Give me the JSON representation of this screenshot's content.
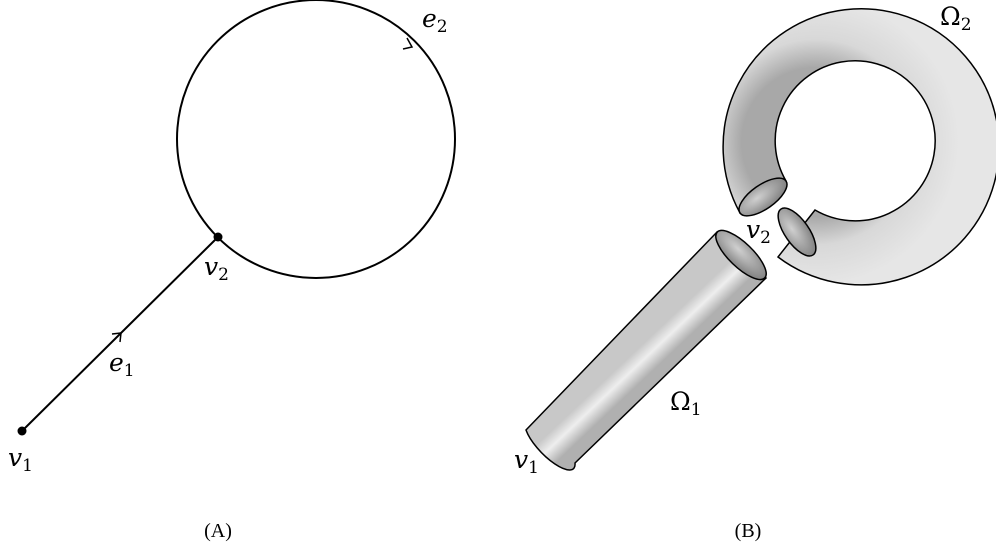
{
  "panel_a": {
    "caption": "(A)",
    "vertex_1": {
      "base": "v",
      "sub": "1"
    },
    "vertex_2": {
      "base": "v",
      "sub": "2"
    },
    "edge_1": {
      "base": "e",
      "sub": "1"
    },
    "edge_2": {
      "base": "e",
      "sub": "2"
    }
  },
  "panel_b": {
    "caption": "(B)",
    "vertex_1": {
      "base": "v",
      "sub": "1"
    },
    "vertex_2": {
      "base": "v",
      "sub": "2"
    },
    "domain_1": {
      "base": "Ω",
      "sub": "1"
    },
    "domain_2": {
      "base": "Ω",
      "sub": "2"
    }
  },
  "colors": {
    "stroke": "#000000",
    "fill_light": "#e4e4e4",
    "fill_dark": "#a8a8a8",
    "hole": "#8a8a8a"
  }
}
